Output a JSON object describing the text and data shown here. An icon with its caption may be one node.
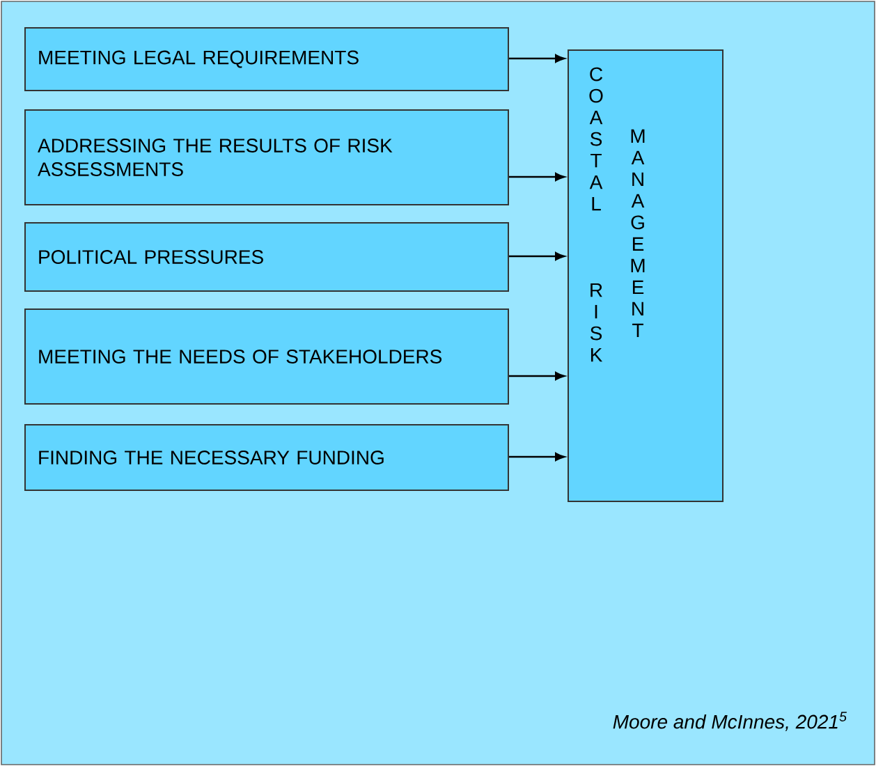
{
  "diagram": {
    "caption": "Moore and McInnes, 2021$^{5}$",
    "nodes": [
      {
        "text": [
          "MEETING LEGAL REQUIREMENTS"
        ]
      },
      {
        "text": [
          "ADDRESSING THE RESULTS OF RISK ASSESSMENTS"
        ]
      },
      {
        "text": [
          "POLITICAL PRESSURES"
        ]
      },
      {
        "text": [
          "MEETING THE NEEDS OF STAKEHOLDERS"
        ]
      },
      {
        "text": [
          "FINDING THE NECESSARY FUNDING"
        ]
      },
      {
        "text": [
          "COASTAL RISK",
          "MANAGEMENT"
        ]
      }
    ],
    "edges": [
      {
        "from": 0,
        "to": 5,
        "arrow": "to"
      },
      {
        "from": 1,
        "to": 5,
        "arrow": "to"
      },
      {
        "from": 2,
        "to": 5,
        "arrow": "to"
      },
      {
        "from": 3,
        "to": 5,
        "arrow": "to"
      },
      {
        "from": 4,
        "to": 5,
        "arrow": "to"
      }
    ]
  }
}
